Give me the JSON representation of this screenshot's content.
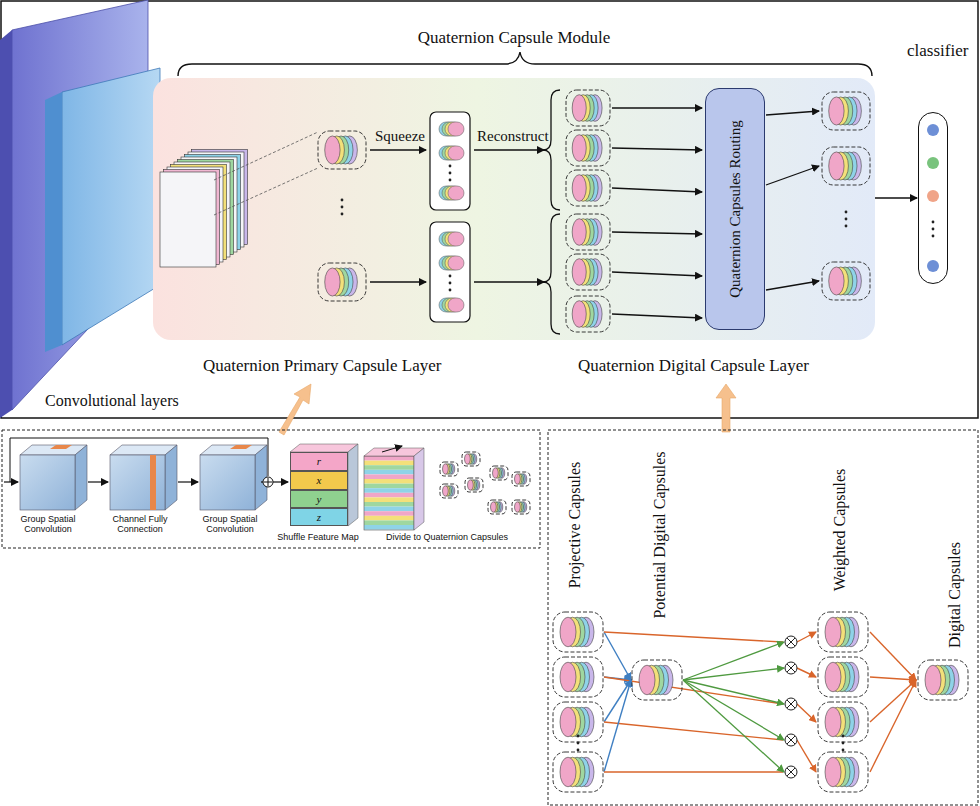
{
  "diagram": {
    "nodes": [
      {
        "text": [
          "Quaternion Capsule Module"
        ]
      },
      {
        "text": [
          "Quaternion Capsules Routing"
        ],
        "in": 0
      },
      {
        "text": [
          "classifier"
        ]
      },
      {
        "text": [
          "r"
        ]
      },
      {
        "text": [
          "x"
        ]
      },
      {
        "text": [
          "y"
        ]
      },
      {
        "text": [
          "z"
        ]
      }
    ],
    "edges": [
      {
        "from": 0,
        "to": 2,
        "arrow": "to"
      }
    ],
    "labels": [
      "Squeeze",
      "Reconstruct",
      "Quaternion Primary Capsule Layer",
      "Quaternion Digital Capsule Layer",
      "Convolutional layers",
      "Group Spatial Convolution",
      "Channel Fully Connection",
      "Group Spatial Convolution",
      "Shuffle Feature Map",
      "Divide to Quaternion Capsules",
      "Projective Capsules",
      "Potential Digital Capsules",
      "Weighted Capsules",
      "Digital Capsules"
    ]
  }
}
